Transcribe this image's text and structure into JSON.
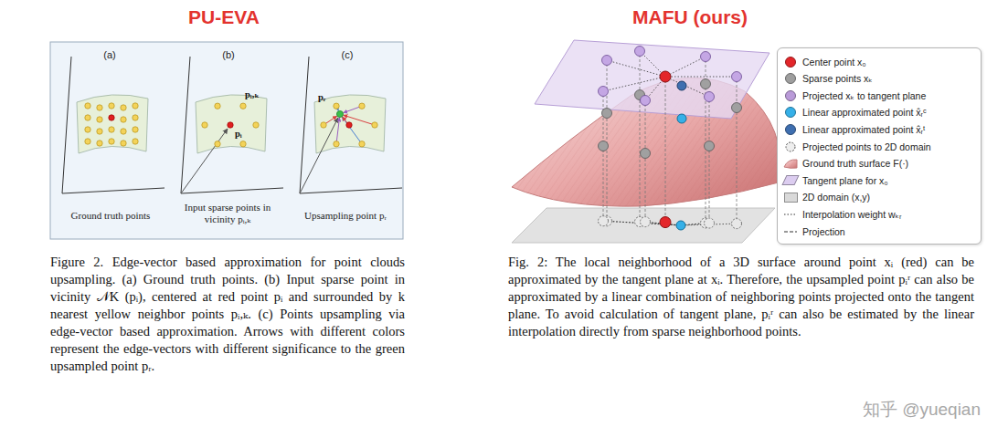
{
  "diagram": {
    "labels": [
      "PU-EVA",
      "MAFU (ours)",
      "(a)",
      "(b)",
      "(c)",
      "Ground truth points",
      "Input sparse points in vicinity pᵢ,ₖ",
      "Upsampling point pᵣ",
      "pᵢ,ₖ",
      "pᵢ",
      "pᵣ",
      "Figure 2. Edge-vector based approximation for point clouds upsampling. (a) Ground truth points. (b) Input sparse point in vicinity 𝒩K (pᵢ), centered at red point pᵢ and surrounded by k nearest yellow neighbor points pᵢ,ₖ. (c) Points upsampling via edge-vector based approximation. Arrows with different colors represent the edge-vectors with different significance to the green upsampled point pᵣ.",
      "Fig. 2: The local neighborhood of a 3D surface around point xᵢ (red) can be approximated by the tangent plane at xᵢ. Therefore, the upsampled point pᵢʳ can also be approximated by a linear combination of neighboring points projected onto the tangent plane. To avoid calculation of tangent plane, pᵢʳ can also be estimated by the linear interpolation directly from sparse neighborhood points.",
      "知乎 @yueqian"
    ],
    "legend": [
      {
        "text": "Center point x₀",
        "color": "#e3262a"
      },
      {
        "text": "Sparse points xₖ",
        "color": "#9e9e9e"
      },
      {
        "text": "Projected xₖ to tangent plane",
        "color": "#b99ad8"
      },
      {
        "text": "Linear approximated point x̂ᵣᶜ",
        "color": "#35b0e8"
      },
      {
        "text": "Linear approximated point x̂ᵣᵗ",
        "color": "#3f6fb0"
      },
      {
        "text": "Projected points to 2D domain"
      },
      {
        "text": "Ground truth surface F(·)"
      },
      {
        "text": "Tangent plane for x₀",
        "color": "#dccdf0"
      },
      {
        "text": "2D domain (x,y)",
        "color": "#d9d9d9"
      },
      {
        "text": "Interpolation weight wₖᵣ"
      },
      {
        "text": "Projection"
      }
    ]
  }
}
